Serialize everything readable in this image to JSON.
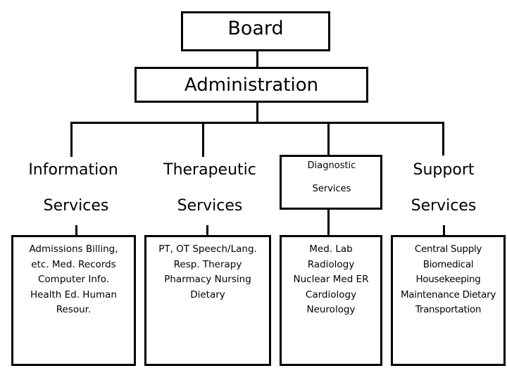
{
  "board": {
    "label": "Board"
  },
  "administration": {
    "label": "Administration"
  },
  "departments": [
    {
      "line1": "Information",
      "line2": "Services",
      "detail": "Admissions Billing,\netc. Med. Records\nComputer Info.\nHealth Ed. Human\nResour."
    },
    {
      "line1": "Therapeutic",
      "line2": "Services",
      "detail": "PT, OT Speech/Lang.\nResp. Therapy\nPharmacy Nursing\nDietary"
    },
    {
      "line1": "Diagnostic",
      "line2": "Services",
      "detail": "Med. Lab\nRadiology\nNuclear Med  ER\nCardiology\nNeurology"
    },
    {
      "line1": "Support",
      "line2": "Services",
      "detail": "Central Supply\nBiomedical\nHousekeeping\nMaintenance Dietary\nTransportation"
    }
  ]
}
